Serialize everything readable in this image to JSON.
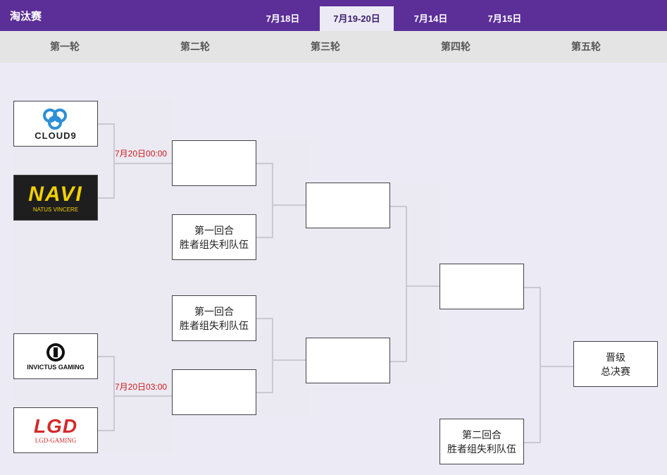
{
  "header": {
    "title": "淘汰赛",
    "tabs": [
      {
        "label": "7月18日",
        "active": false
      },
      {
        "label": "7月19-20日",
        "active": true
      },
      {
        "label": "7月14日",
        "active": false
      },
      {
        "label": "7月15日",
        "active": false
      }
    ]
  },
  "rounds": [
    "第一轮",
    "第二轮",
    "第三轮",
    "第四轮",
    "第五轮"
  ],
  "matches": {
    "match1_time": "7月20日00:00",
    "match2_time": "7月20日03:00"
  },
  "teams": {
    "cloud9": "CLOUD9",
    "navi_main": "NAVI",
    "navi_sub": "NATUS VINCERE",
    "ig": "INVICTUS GAMING",
    "lgd_main": "LGD",
    "lgd_sub": "LGD-GAMING"
  },
  "placeholders": {
    "r2_slot2_line1": "第一回合",
    "r2_slot2_line2": "胜者组失利队伍",
    "r2_slot3_line1": "第一回合",
    "r2_slot3_line2": "胜者组失利队伍",
    "r4_slot2_line1": "第二回合",
    "r4_slot2_line2": "胜者组失利队伍",
    "final_line1": "晋级",
    "final_line2": "总决赛"
  },
  "colors": {
    "header_bg": "#5b2f97",
    "round_bar_bg": "#e4e4e4",
    "time_text": "#cc1b1b",
    "cloud9_blue": "#2d8fd6",
    "navi_yellow": "#f2d100",
    "ig_black": "#111111",
    "lgd_red": "#d42a2a"
  }
}
